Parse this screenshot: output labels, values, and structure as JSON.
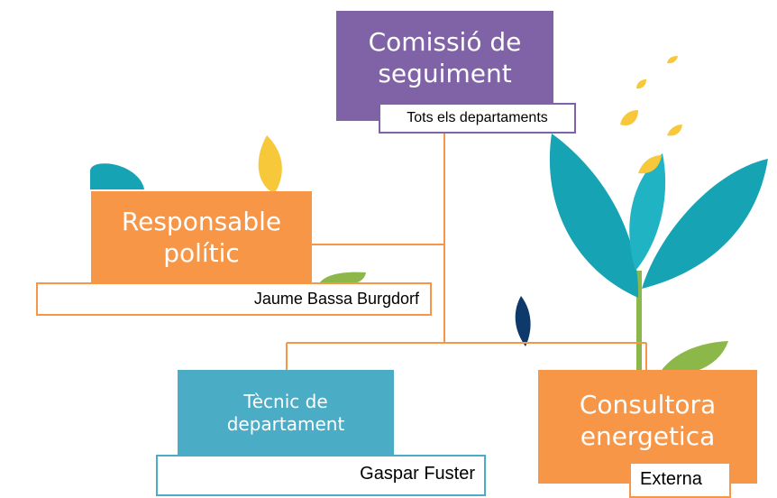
{
  "colors": {
    "purple": "#8062A6",
    "orange": "#F79646",
    "blue": "#4BACC6",
    "line": "#F79646",
    "teal": "#16A3B4",
    "yellow": "#F7C93A",
    "green": "#8CB84A",
    "navy": "#0E3A6B"
  },
  "nodes": {
    "commissio": {
      "title": "Comissió de seguiment",
      "sub": "Tots els departaments"
    },
    "responsable": {
      "title": "Responsable polític",
      "sub": "Jaume Bassa Burgdorf"
    },
    "tecnic": {
      "title": "Tècnic de departament",
      "sub": "Gaspar Fuster"
    },
    "consultora": {
      "title": "Consultora energetica",
      "sub": "Externa"
    }
  }
}
